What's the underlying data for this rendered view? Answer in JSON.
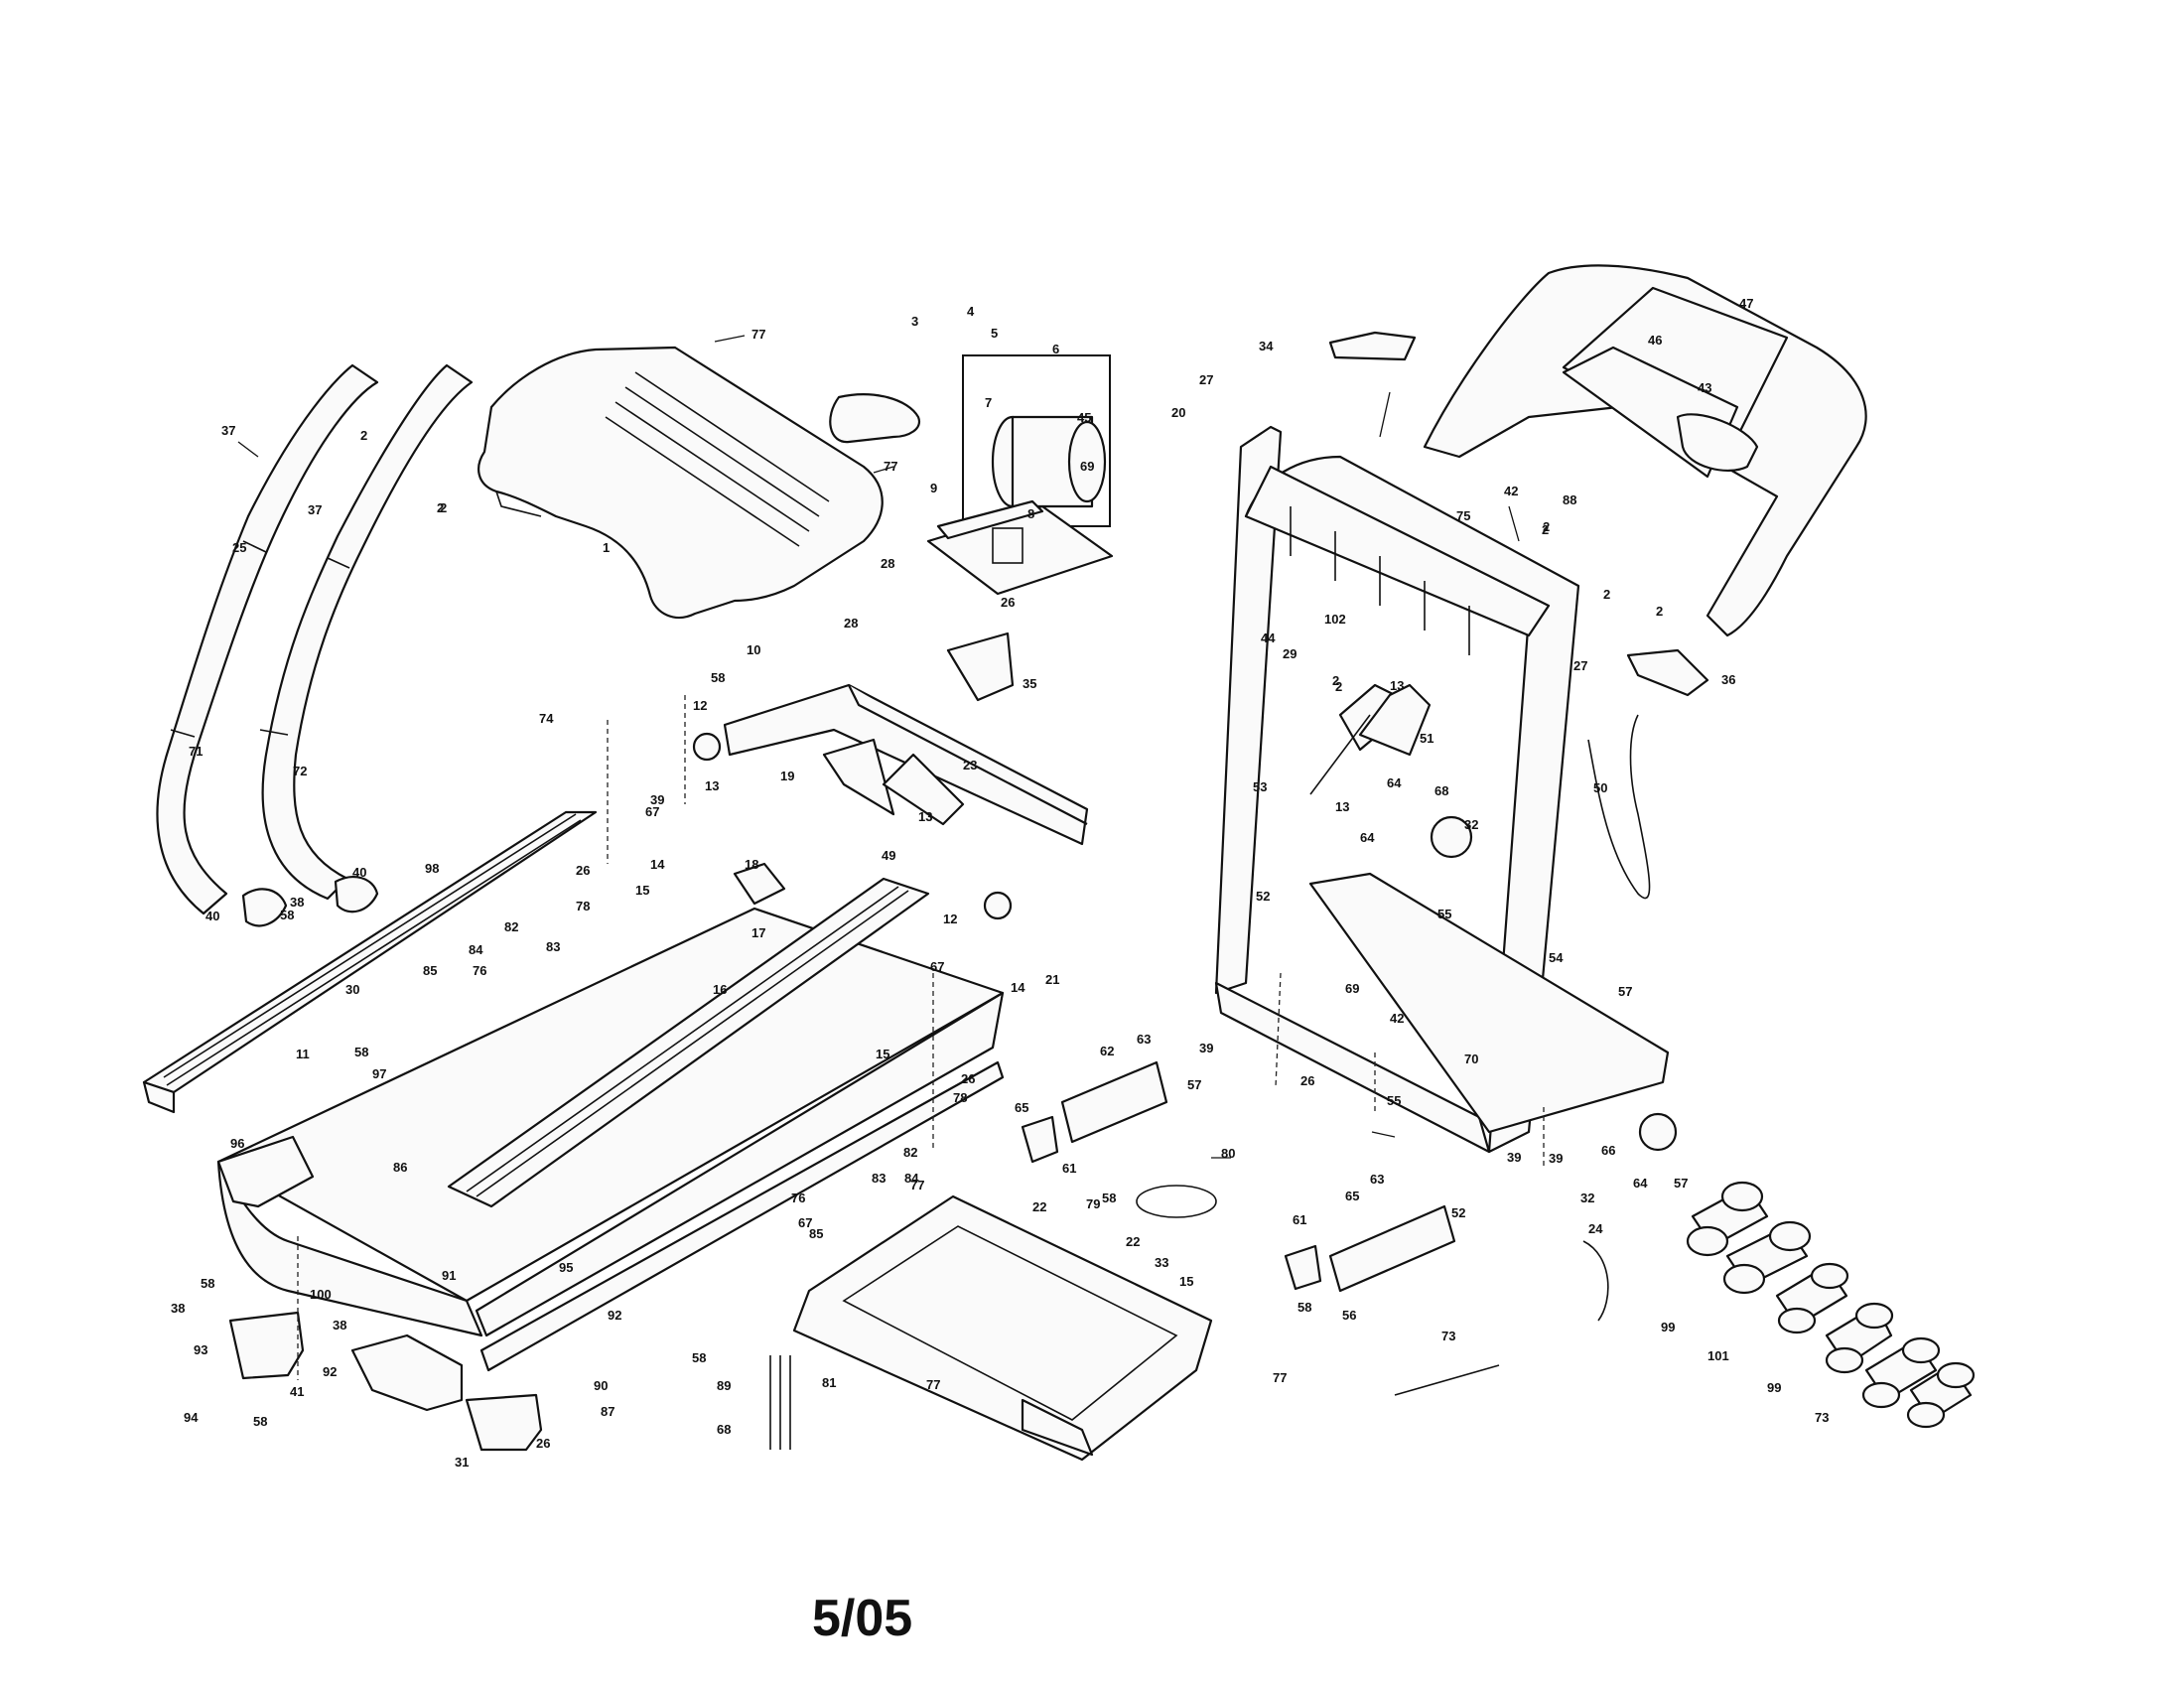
{
  "date_code": "5/05",
  "callouts": [
    "77",
    "3",
    "4",
    "5",
    "6",
    "7",
    "45",
    "20",
    "9",
    "8",
    "27",
    "34",
    "47",
    "46",
    "43",
    "37",
    "2",
    "2",
    "37",
    "2",
    "25",
    "1",
    "77",
    "28",
    "69",
    "26",
    "28",
    "58",
    "10",
    "12",
    "74",
    "67",
    "13",
    "19",
    "23",
    "49",
    "13",
    "12",
    "35",
    "42",
    "2",
    "88",
    "75",
    "2",
    "2",
    "2",
    "27",
    "36",
    "44",
    "29",
    "2",
    "102",
    "13",
    "51",
    "2",
    "53",
    "13",
    "64",
    "68",
    "32",
    "64",
    "52",
    "55",
    "50",
    "71",
    "72",
    "40",
    "40",
    "38",
    "58",
    "98",
    "26",
    "15",
    "78",
    "17",
    "14",
    "18",
    "84",
    "82",
    "83",
    "85",
    "76",
    "30",
    "58",
    "97",
    "11",
    "16",
    "67",
    "14",
    "15",
    "21",
    "62",
    "63",
    "26",
    "78",
    "65",
    "61",
    "58",
    "82",
    "83",
    "84",
    "76",
    "85",
    "77",
    "22",
    "79",
    "80",
    "22",
    "33",
    "15",
    "95",
    "96",
    "86",
    "92",
    "38",
    "58",
    "100",
    "91",
    "93",
    "38",
    "92",
    "41",
    "94",
    "58",
    "31",
    "26",
    "90",
    "87",
    "58",
    "89",
    "68",
    "81",
    "77",
    "77",
    "67",
    "39",
    "57",
    "39",
    "69",
    "26",
    "42",
    "70",
    "55",
    "54",
    "57",
    "39",
    "32",
    "66",
    "64",
    "57",
    "39",
    "52",
    "63",
    "65",
    "61",
    "58",
    "56",
    "24",
    "73",
    "99",
    "101",
    "99",
    "73"
  ],
  "colors": {
    "ink": "#111111",
    "paper": "#ffffff"
  }
}
